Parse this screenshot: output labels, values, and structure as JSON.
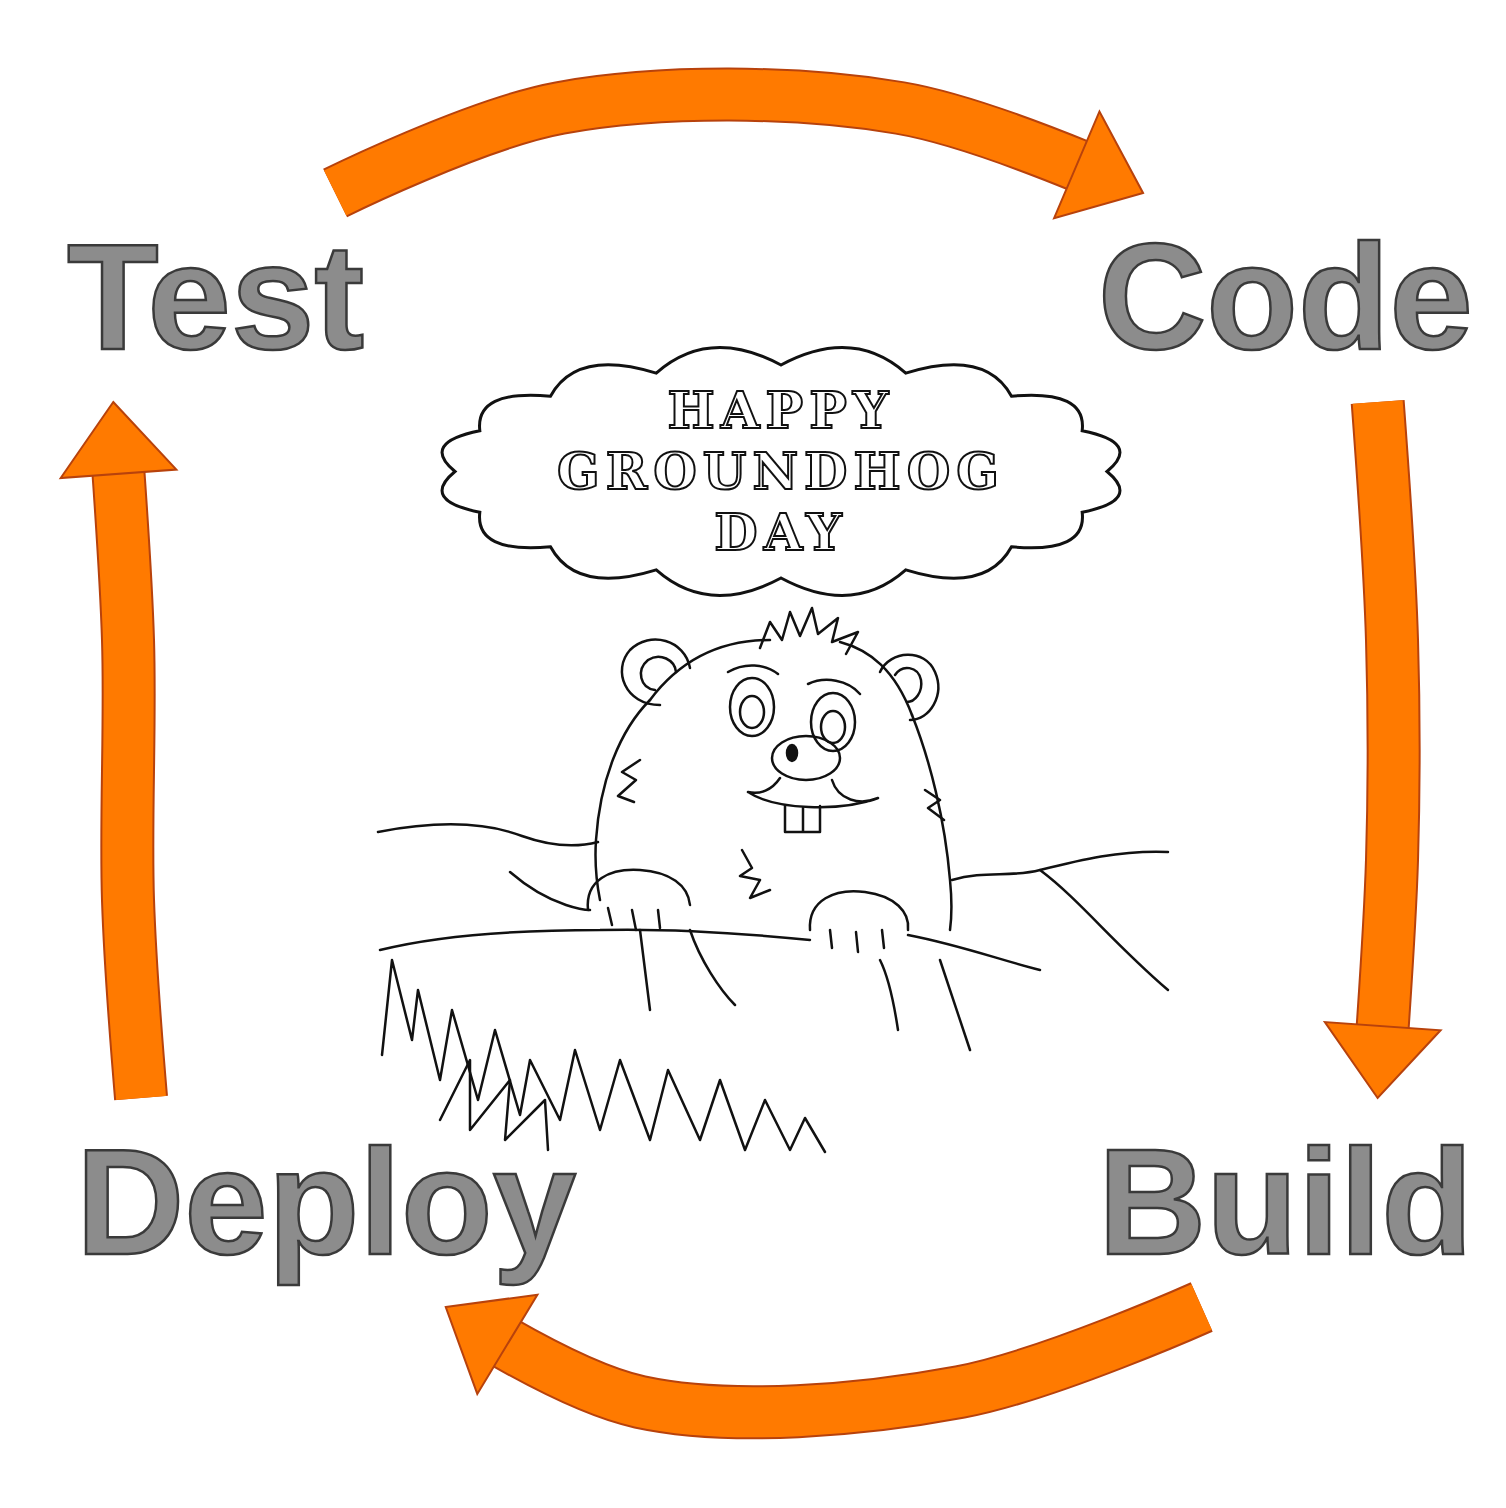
{
  "diagram": {
    "nodes": [
      {
        "text": [
          "Test"
        ]
      },
      {
        "text": [
          "Code"
        ]
      },
      {
        "text": [
          "HAPPY GROUNDHOG DAY"
        ]
      },
      {
        "text": [
          "Deploy"
        ]
      },
      {
        "text": [
          "Build"
        ]
      }
    ],
    "edges": [
      {
        "from": 0,
        "to": 1,
        "arrow": "to"
      },
      {
        "from": 1,
        "to": 4,
        "arrow": "to"
      },
      {
        "from": 4,
        "to": 3,
        "arrow": "to"
      },
      {
        "from": 3,
        "to": 0,
        "arrow": "to"
      }
    ]
  }
}
